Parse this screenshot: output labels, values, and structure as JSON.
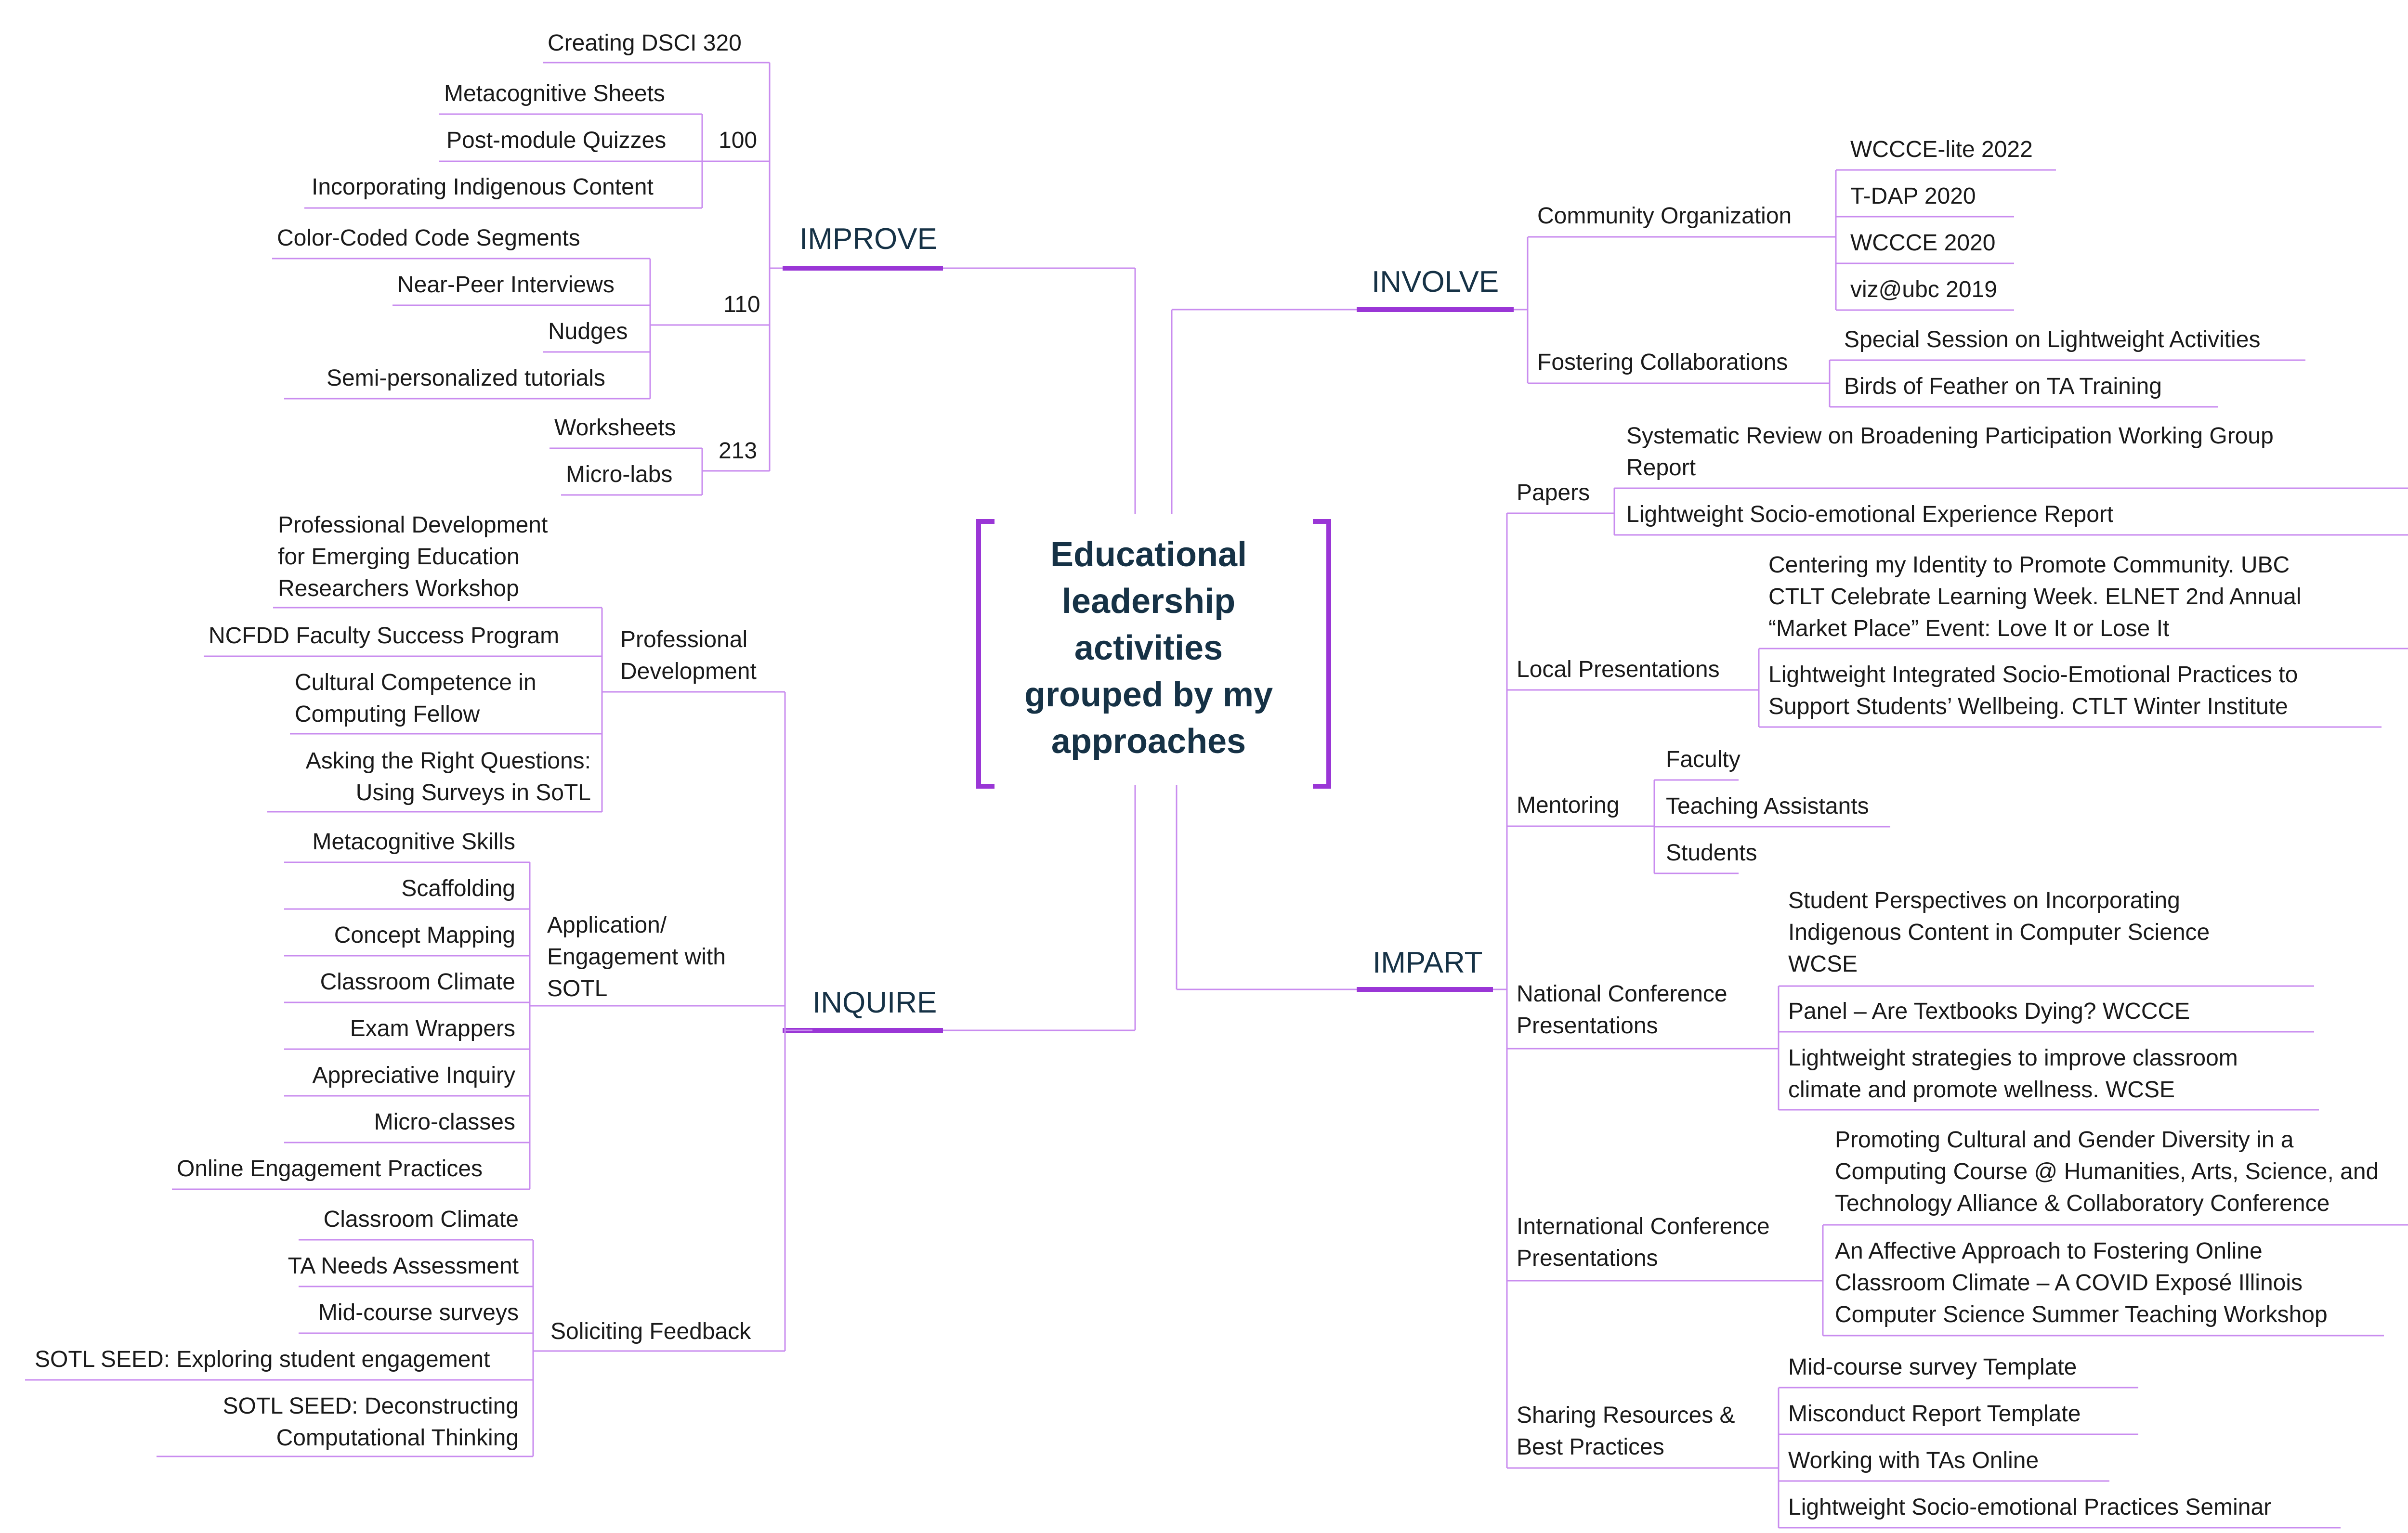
{
  "center": {
    "title": "Educational\nleadership\nactivities\ngrouped by my\napproaches"
  },
  "colors": {
    "line": "#c98cef",
    "accent": "#9a36d6",
    "heading": "#163246",
    "text": "#1a1a1a"
  },
  "improve": {
    "title": "IMPROVE",
    "creating_dsci": "Creating DSCI 320",
    "c100": {
      "label": "100",
      "items": [
        "Metacognitive Sheets",
        "Post-module Quizzes",
        "Incorporating Indigenous Content"
      ]
    },
    "c110": {
      "label": "110",
      "items": [
        "Color-Coded Code Segments",
        "Near-Peer Interviews",
        "Nudges",
        "Semi-personalized tutorials"
      ]
    },
    "c213": {
      "label": "213",
      "items": [
        "Worksheets",
        "Micro-labs"
      ]
    }
  },
  "inquire": {
    "title": "INQUIRE",
    "prof_dev": {
      "label": "Professional\nDevelopment",
      "items": [
        "Professional Development\nfor Emerging Education\nResearchers Workshop",
        "NCFDD Faculty Success Program",
        "Cultural Competence in\nComputing Fellow",
        "Asking the Right Questions:\nUsing Surveys in SoTL"
      ]
    },
    "app_eng": {
      "label": "Application/\nEngagement with\nSOTL",
      "items": [
        "Metacognitive Skills",
        "Scaffolding",
        "Concept Mapping",
        "Classroom Climate",
        "Exam Wrappers",
        "Appreciative Inquiry",
        "Micro-classes",
        "Online Engagement Practices"
      ]
    },
    "feedback": {
      "label": "Soliciting Feedback",
      "items": [
        "Classroom Climate",
        "TA Needs Assessment",
        "Mid-course surveys",
        "SOTL SEED: Exploring student engagement",
        "SOTL SEED: Deconstructing\nComputational Thinking"
      ]
    }
  },
  "involve": {
    "title": "INVOLVE",
    "community": {
      "label": "Community Organization",
      "items": [
        "WCCCE-lite 2022",
        "T-DAP 2020",
        "WCCCE 2020",
        "viz@ubc 2019"
      ]
    },
    "collab": {
      "label": "Fostering Collaborations",
      "items": [
        "Special Session on Lightweight Activities",
        "Birds of Feather on TA Training"
      ]
    }
  },
  "impart": {
    "title": "IMPART",
    "papers": {
      "label": "Papers",
      "items": [
        "Systematic Review on Broadening Participation Working Group\nReport",
        "Lightweight Socio-emotional Experience Report"
      ]
    },
    "local": {
      "label": "Local Presentations",
      "items": [
        "Centering my Identity to Promote Community. UBC\nCTLT Celebrate Learning Week. ELNET 2nd Annual\n“Market Place” Event: Love It or Lose It",
        "Lightweight Integrated Socio-Emotional Practices to\nSupport Students’ Wellbeing. CTLT Winter Institute"
      ]
    },
    "mentoring": {
      "label": "Mentoring",
      "items": [
        "Faculty",
        "Teaching Assistants",
        "Students"
      ]
    },
    "national": {
      "label": "National Conference\nPresentations",
      "items": [
        "Student Perspectives on Incorporating\nIndigenous Content in Computer Science\nWCSE",
        "Panel – Are Textbooks Dying? WCCCE",
        "Lightweight strategies to improve classroom\nclimate and promote wellness. WCSE"
      ]
    },
    "international": {
      "label": "International Conference\nPresentations",
      "items": [
        "Promoting Cultural and Gender Diversity in a\nComputing Course @ Humanities, Arts, Science, and\nTechnology Alliance & Collaboratory Conference",
        "An Affective Approach to Fostering Online\nClassroom Climate – A COVID Exposé Illinois\nComputer Science Summer Teaching Workshop"
      ]
    },
    "resources": {
      "label": "Sharing Resources &\nBest Practices",
      "items": [
        "Mid-course survey Template",
        "Misconduct Report Template",
        "Working with TAs Online",
        "Lightweight Socio-emotional Practices Seminar"
      ]
    }
  }
}
